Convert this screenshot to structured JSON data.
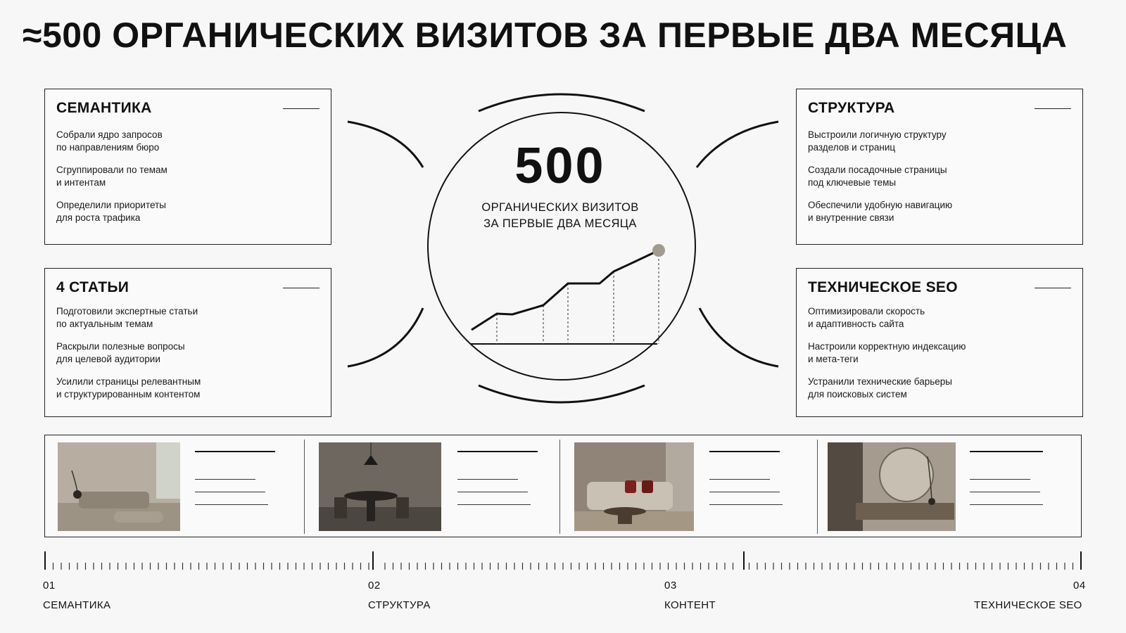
{
  "headline": "≈500 ОРГАНИЧЕСКИХ ВИЗИТОВ ЗА ПЕРВЫЕ ДВА МЕСЯЦА",
  "center": {
    "number": "500",
    "subtitle_line1": "ОРГАНИЧЕСКИХ ВИЗИТОВ",
    "subtitle_line2": "ЗА ПЕРВЫЕ ДВА МЕСЯЦА",
    "highlight_color": "#a39a92"
  },
  "cards": {
    "semantics": {
      "title": "СЕМАНТИКА",
      "items": [
        [
          "Собрали ядро запросов",
          "по направлениям бюро"
        ],
        [
          "Сгруппировали по темам",
          "и интентам"
        ],
        [
          "Определили приоритеты",
          "для роста трафика"
        ]
      ]
    },
    "articles": {
      "title": "4 СТАТЬИ",
      "items": [
        [
          "Подготовили экспертные статьи",
          "по актуальным темам"
        ],
        [
          "Раскрыли полезные вопросы",
          "для целевой аудитории"
        ],
        [
          "Усилили страницы релевантным",
          "и структурированным контентом"
        ]
      ]
    },
    "structure": {
      "title": "СТРУКТУРА",
      "items": [
        [
          "Выстроили логичную структуру",
          "разделов и страниц"
        ],
        [
          "Создали посадочные страницы",
          "под ключевые темы"
        ],
        [
          "Обеспечили удобную навигацию",
          "и внутренние связи"
        ]
      ]
    },
    "tech_seo": {
      "title": "ТЕХНИЧЕСКОЕ SEO",
      "items": [
        [
          "Оптимизировали скорость",
          "и адаптивность сайта"
        ],
        [
          "Настроили корректную индексацию",
          "и мета-теги"
        ],
        [
          "Устранили технические барьеры",
          "для поисковых систем"
        ]
      ]
    }
  },
  "timeline": [
    {
      "num": "01",
      "label": "СЕМАНТИКА"
    },
    {
      "num": "02",
      "label": "СТРУКТУРА"
    },
    {
      "num": "03",
      "label": "КОНТЕНТ"
    },
    {
      "num": "04",
      "label": "ТЕХНИЧЕСКОЕ SEO"
    }
  ],
  "gallery_images": [
    "living-room-photo",
    "dining-room-photo",
    "sofa-room-photo",
    "bathroom-photo"
  ]
}
